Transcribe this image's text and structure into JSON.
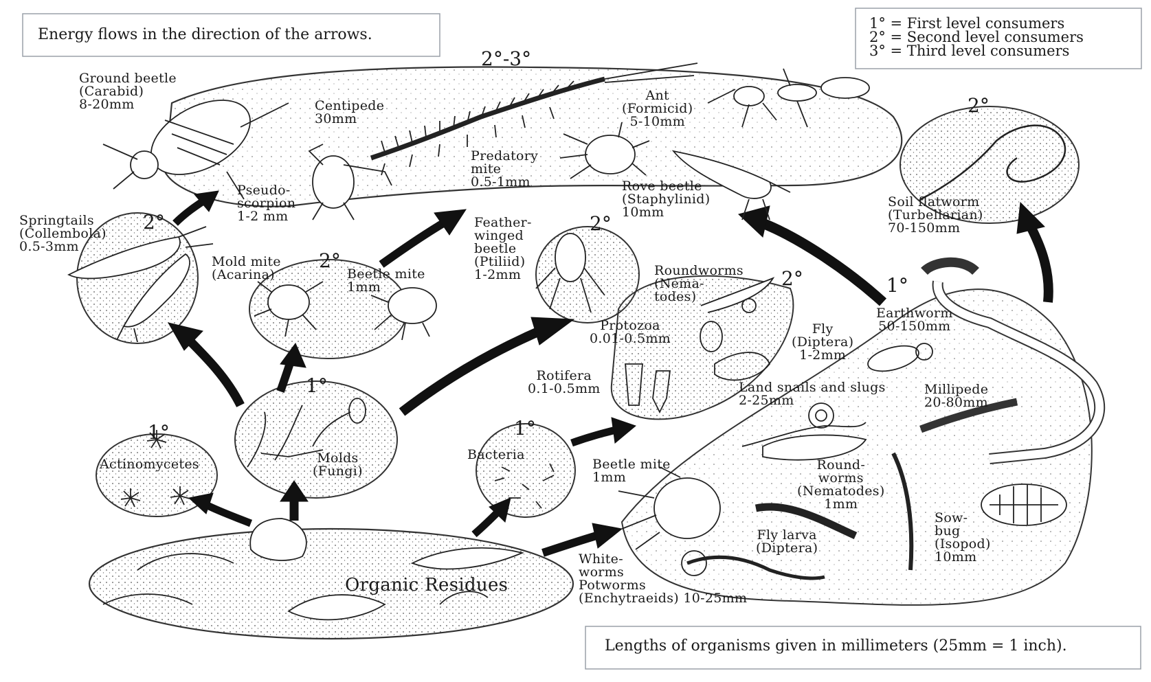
{
  "notes": {
    "energy_flow": "Energy flows in the direction of the arrows.",
    "lengths": "Lengths of organisms given in millimeters (25mm = 1 inch)."
  },
  "legend": [
    "1° = First level consumers",
    "2° = Second level consumers",
    "3° = Third level consumers"
  ],
  "levels": {
    "top": "2°-3°",
    "springtails": "2°",
    "mites": "2°",
    "feather": "2°",
    "roundworms": "2°",
    "flatworm": "2°",
    "molds": "1°",
    "actino": "1°",
    "bacteria": "1°",
    "earthworm": "1°"
  },
  "organisms": {
    "ground_beetle": [
      "Ground beetle",
      "(Carabid)",
      "8-20mm"
    ],
    "centipede": [
      "Centipede",
      "30mm"
    ],
    "ant": [
      "Ant",
      "(Formicid)",
      "5-10mm"
    ],
    "pseudoscorpion": [
      "Pseudo-",
      "scorpion",
      "1-2 mm"
    ],
    "predatory_mite": [
      "Predatory",
      "mite",
      "0.5-1mm"
    ],
    "rove_beetle": [
      "Rove beetle",
      "(Staphylinid)",
      "10mm"
    ],
    "soil_flatworm": [
      "Soil flatworm",
      "(Turbellarian)",
      "70-150mm"
    ],
    "springtails": [
      "Springtails",
      "(Collembola)",
      "0.5-3mm"
    ],
    "mold_mite": [
      "Mold mite",
      "(Acarina)"
    ],
    "beetle_mite_top": [
      "Beetle mite",
      "1mm"
    ],
    "feather_beetle": [
      "Feather-",
      "winged",
      "beetle",
      "(Ptiliid)",
      "1-2mm"
    ],
    "roundworms_top": [
      "Roundworms",
      "(Nema-",
      "todes)"
    ],
    "protozoa": [
      "Protozoa",
      "0.01-0.5mm"
    ],
    "fly": [
      "Fly",
      "(Diptera)",
      "1-2mm"
    ],
    "rotifera": [
      "Rotifera",
      "0.1-0.5mm"
    ],
    "earthworm": [
      "Earthworm",
      "50-150mm"
    ],
    "land_snails": [
      "Land snails and slugs",
      "2-25mm"
    ],
    "millipede": [
      "Millipede",
      "20-80mm"
    ],
    "actinomycetes": [
      "Actinomycetes"
    ],
    "molds": [
      "Molds",
      "(Fungi)"
    ],
    "bacteria": [
      "Bacteria"
    ],
    "beetle_mite_bottom": [
      "Beetle mite",
      "1mm"
    ],
    "roundworms_bottom": [
      "Round-",
      "worms",
      "(Nematodes)",
      "1mm"
    ],
    "sowbug": [
      "Sow-",
      "bug",
      "(Isopod)",
      "10mm"
    ],
    "fly_larva": [
      "Fly larva",
      "(Diptera)"
    ],
    "whiteworms": [
      "White-",
      "worms",
      "Potworms",
      "(Enchytraeids) 10-25mm"
    ],
    "organic_residues": [
      "Organic Residues"
    ]
  }
}
